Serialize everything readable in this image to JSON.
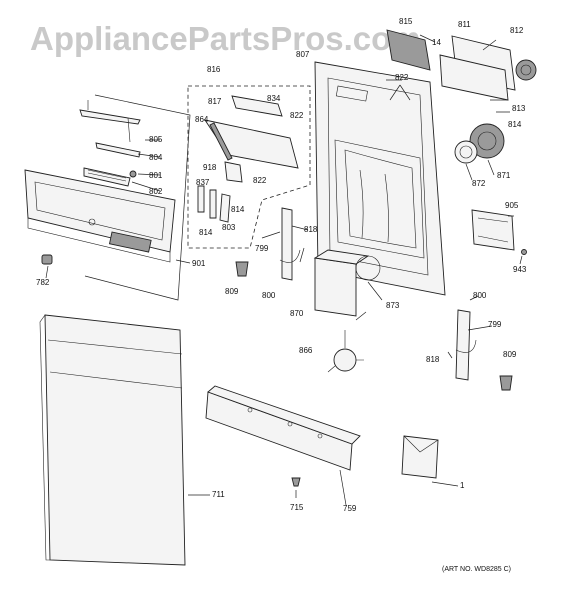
{
  "watermark": "AppliancePartsPros.com",
  "art_number": "(ART NO. WD8285 C)",
  "labels": [
    {
      "id": "p815",
      "text": "815"
    },
    {
      "id": "p811",
      "text": "811"
    },
    {
      "id": "p812",
      "text": "812"
    },
    {
      "id": "p14a",
      "text": "14"
    },
    {
      "id": "p807",
      "text": "807"
    },
    {
      "id": "p816",
      "text": "816"
    },
    {
      "id": "p822a",
      "text": "822"
    },
    {
      "id": "p813",
      "text": "813"
    },
    {
      "id": "p814a",
      "text": "814"
    },
    {
      "id": "p817",
      "text": "817"
    },
    {
      "id": "p834",
      "text": "834"
    },
    {
      "id": "p864",
      "text": "864"
    },
    {
      "id": "p822b",
      "text": "822"
    },
    {
      "id": "p805",
      "text": "805"
    },
    {
      "id": "p804",
      "text": "804"
    },
    {
      "id": "p801",
      "text": "801"
    },
    {
      "id": "p802",
      "text": "802"
    },
    {
      "id": "p918",
      "text": "918"
    },
    {
      "id": "p822c",
      "text": "822"
    },
    {
      "id": "p837",
      "text": "837"
    },
    {
      "id": "p814b",
      "text": "814"
    },
    {
      "id": "p803",
      "text": "803"
    },
    {
      "id": "p814c",
      "text": "814"
    },
    {
      "id": "p872",
      "text": "872"
    },
    {
      "id": "p871",
      "text": "871"
    },
    {
      "id": "p905",
      "text": "905"
    },
    {
      "id": "p799a",
      "text": "799"
    },
    {
      "id": "p818a",
      "text": "818"
    },
    {
      "id": "p901",
      "text": "901"
    },
    {
      "id": "p782",
      "text": "782"
    },
    {
      "id": "p809a",
      "text": "809"
    },
    {
      "id": "p800a",
      "text": "800"
    },
    {
      "id": "p943",
      "text": "943"
    },
    {
      "id": "p870",
      "text": "870"
    },
    {
      "id": "p873",
      "text": "873"
    },
    {
      "id": "p800b",
      "text": "800"
    },
    {
      "id": "p799b",
      "text": "799"
    },
    {
      "id": "p866",
      "text": "866"
    },
    {
      "id": "p818b",
      "text": "818"
    },
    {
      "id": "p809b",
      "text": "809"
    },
    {
      "id": "p1",
      "text": "1"
    },
    {
      "id": "p711",
      "text": "711"
    },
    {
      "id": "p715",
      "text": "715"
    },
    {
      "id": "p759",
      "text": "759"
    }
  ]
}
